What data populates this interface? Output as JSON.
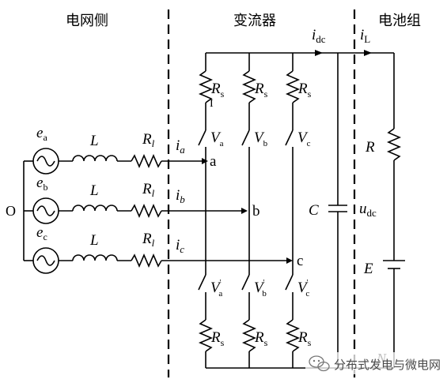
{
  "sections": {
    "grid_side": "电网侧",
    "converter": "变流器",
    "battery": "电池组"
  },
  "sources": [
    {
      "e": "e",
      "sub": "a"
    },
    {
      "e": "e",
      "sub": "b"
    },
    {
      "e": "e",
      "sub": "c"
    }
  ],
  "inductor_label": "L",
  "resistor_label": "R",
  "resistor_sub": "l",
  "neutral": "O",
  "phase_currents": [
    {
      "i": "i",
      "sub": "a"
    },
    {
      "i": "i",
      "sub": "b"
    },
    {
      "i": "i",
      "sub": "c"
    }
  ],
  "nodes": [
    "a",
    "b",
    "c"
  ],
  "snubber_label": "R",
  "snubber_sub": "s",
  "upper_switches": [
    {
      "v": "V",
      "sub": "a"
    },
    {
      "v": "V",
      "sub": "b"
    },
    {
      "v": "V",
      "sub": "c"
    }
  ],
  "lower_switches": [
    {
      "v": "V",
      "sub": "a",
      "prime": "'"
    },
    {
      "v": "V",
      "sub": "b",
      "prime": "'"
    },
    {
      "v": "V",
      "sub": "c",
      "prime": "'"
    }
  ],
  "dc_current": {
    "i": "i",
    "sub": "dc"
  },
  "load_current": {
    "i": "i",
    "sub": "L"
  },
  "capacitor": "C",
  "dc_voltage": {
    "u": "u",
    "sub": "dc"
  },
  "battery_resistor": "R",
  "battery_emf": "E",
  "negative_node": "N",
  "watermark": "分布式发电与微电网"
}
